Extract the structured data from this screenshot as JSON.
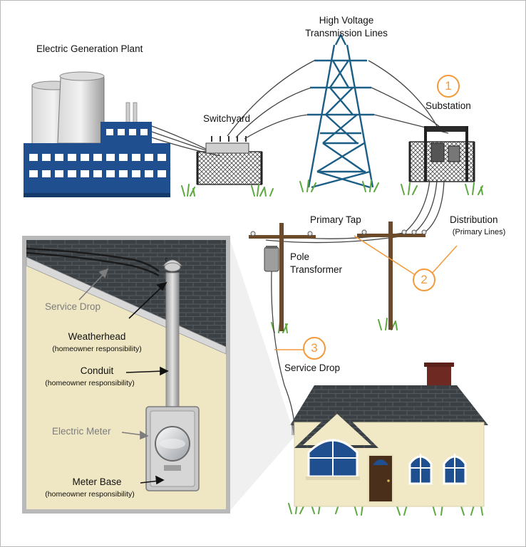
{
  "labels": {
    "plant": "Electric Generation Plant",
    "hv_line1": "High Voltage",
    "hv_line2": "Transmission Lines",
    "switchyard": "Switchyard",
    "substation": "Substation",
    "primary_tap": "Primary Tap",
    "distribution": "Distribution",
    "primary_lines": "(Primary Lines)",
    "pole_transformer_1": "Pole",
    "pole_transformer_2": "Transformer",
    "service_drop": "Service Drop"
  },
  "callouts": [
    "1",
    "2",
    "3"
  ],
  "inset": {
    "service_drop": "Service Drop",
    "weatherhead": "Weatherhead",
    "conduit": "Conduit",
    "electric_meter": "Electric Meter",
    "meter_base": "Meter Base",
    "responsibility": "(homeowner responsibility)"
  },
  "colors": {
    "callout": "#f39a3b",
    "plant": "#1f4f8f",
    "tower": "#1b5e86",
    "roof": "#3b4045",
    "wall": "#f1e8c6",
    "inset_wall": "#efe6c3"
  }
}
